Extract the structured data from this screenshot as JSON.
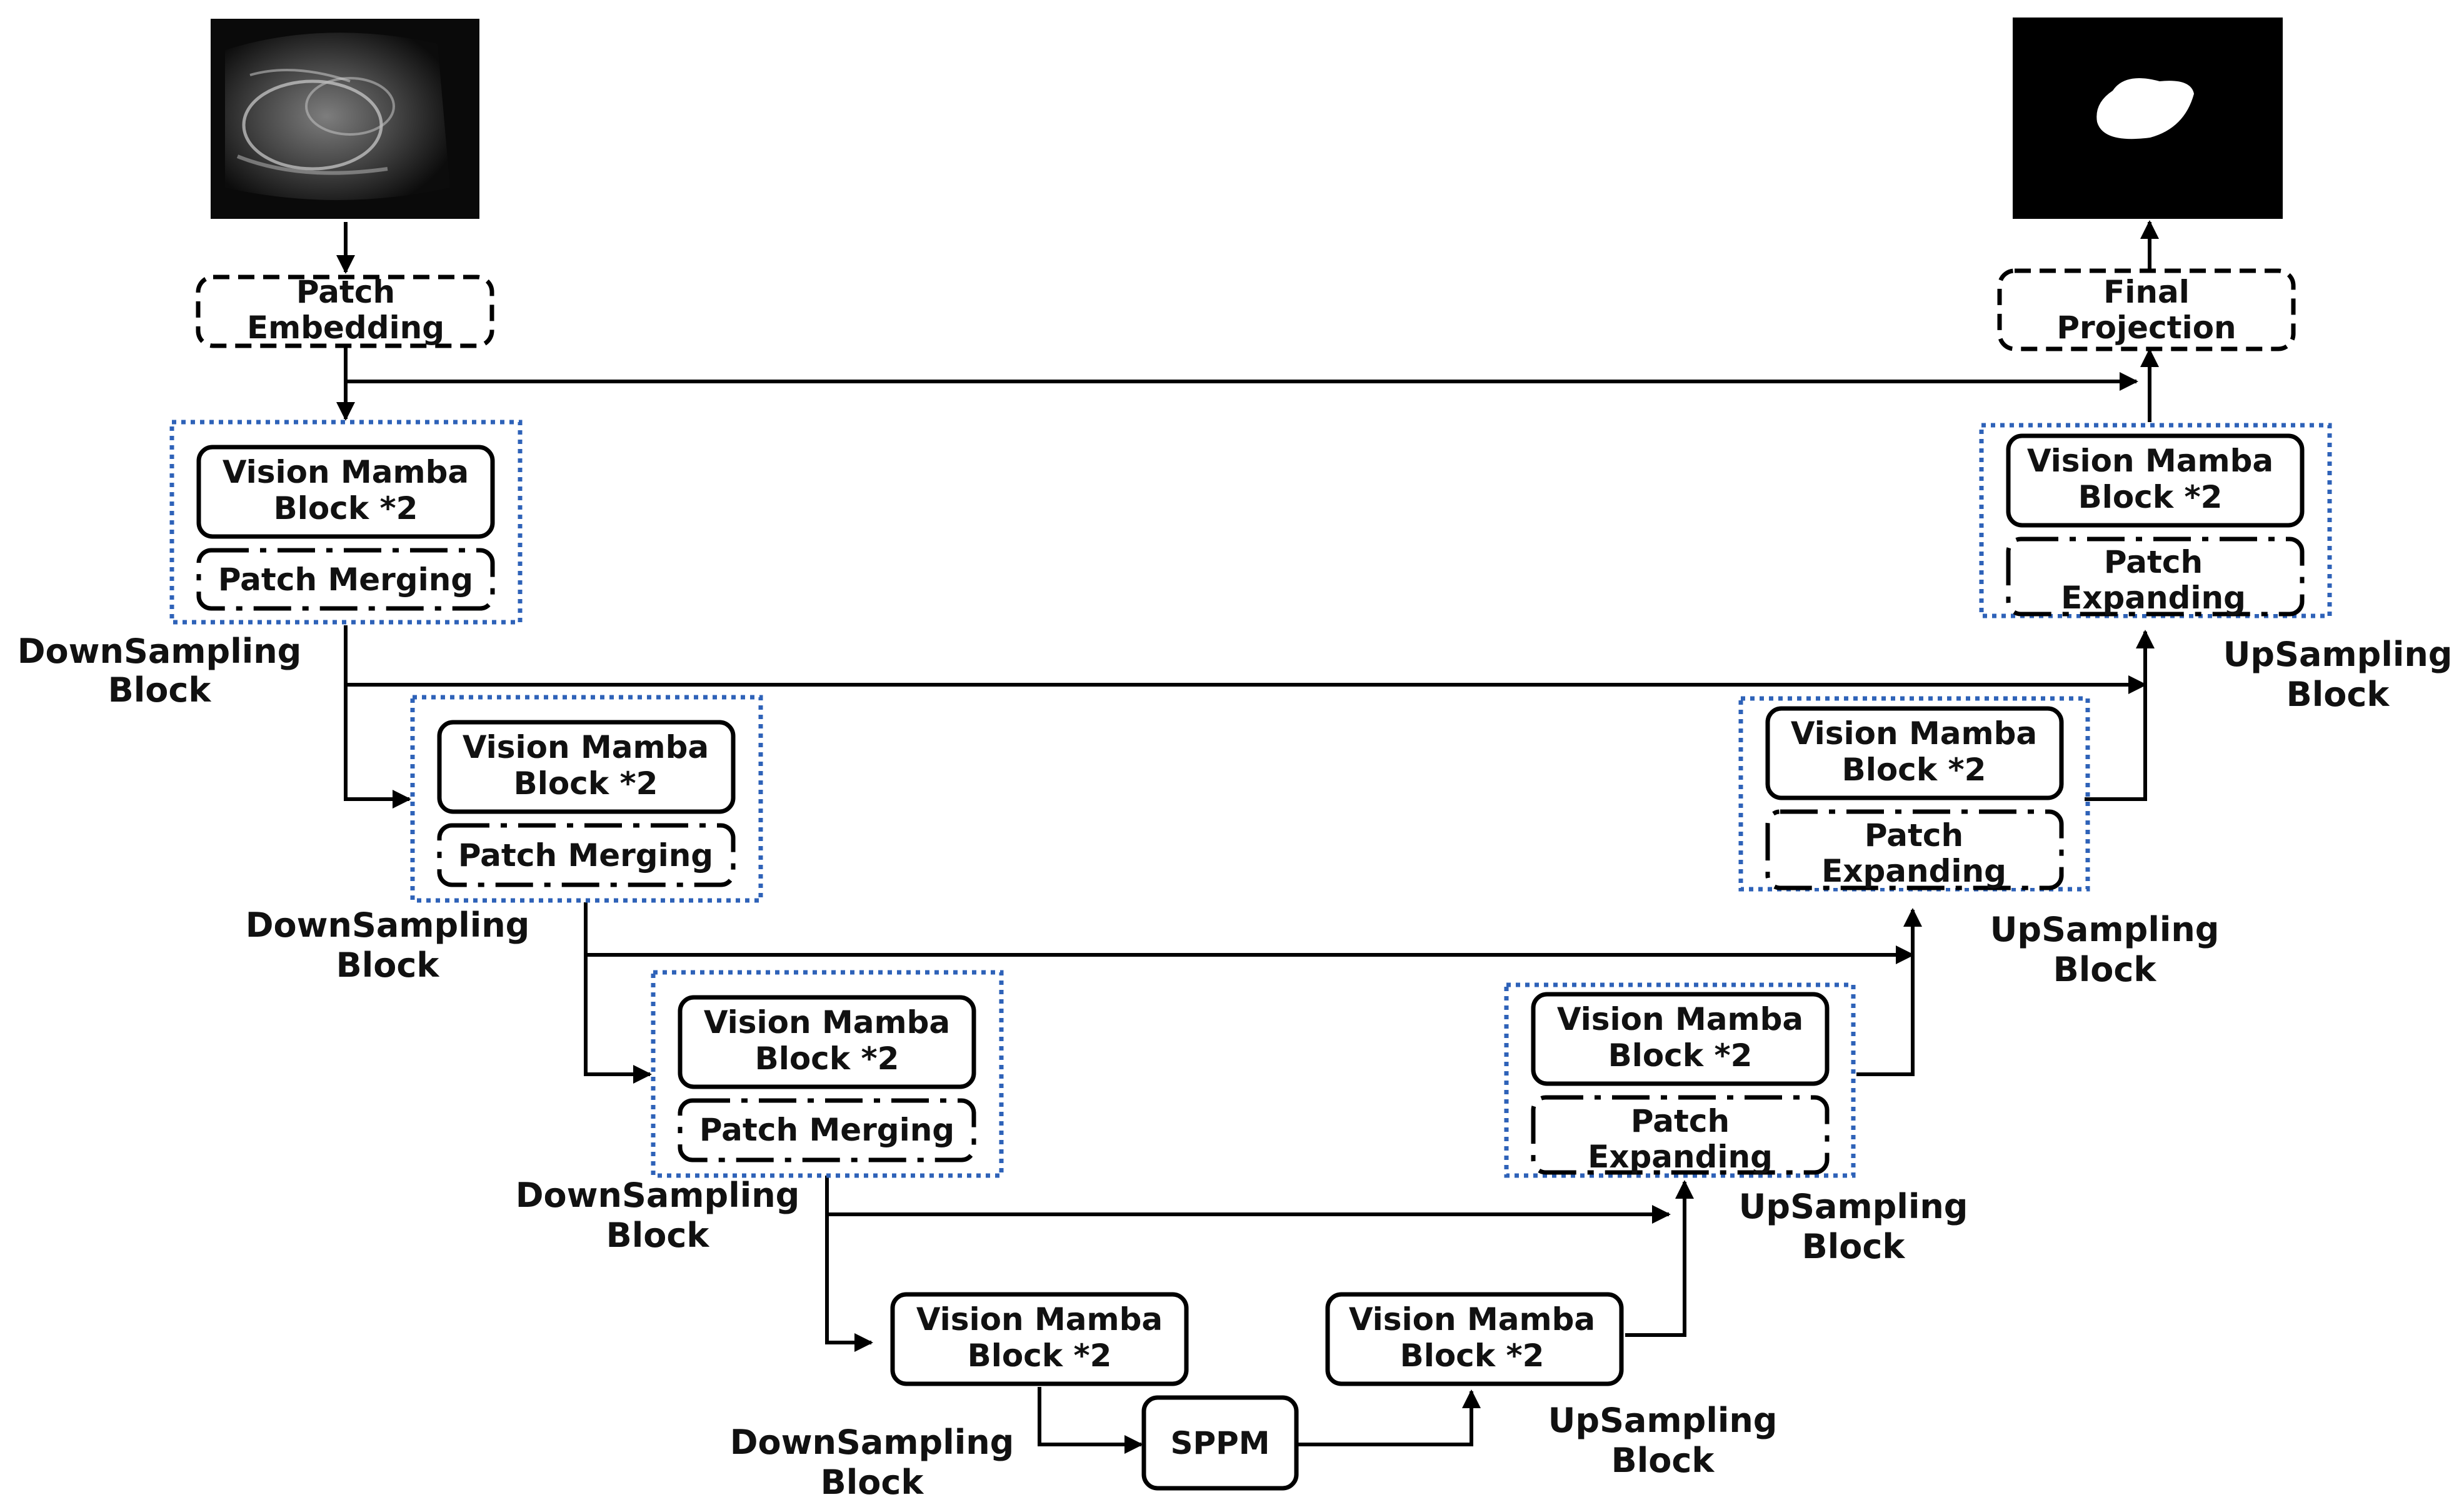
{
  "input_image": {
    "kind": "ultrasound-image"
  },
  "output_image": {
    "kind": "segmentation-mask"
  },
  "patch_embedding": {
    "line1": "Patch",
    "line2": "Embedding"
  },
  "final_projection": {
    "line1": "Final",
    "line2": "Projection"
  },
  "down_blocks": [
    {
      "vm1": "Vision Mamba",
      "vm2": "Block *2",
      "op": "Patch Merging",
      "cap1": "DownSampling",
      "cap2": "Block"
    },
    {
      "vm1": "Vision Mamba",
      "vm2": "Block *2",
      "op": "Patch Merging",
      "cap1": "DownSampling",
      "cap2": "Block"
    },
    {
      "vm1": "Vision Mamba",
      "vm2": "Block *2",
      "op": "Patch Merging",
      "cap1": "DownSampling",
      "cap2": "Block"
    },
    {
      "vm1": "Vision Mamba",
      "vm2": "Block *2",
      "cap1": "DownSampling",
      "cap2": "Block"
    }
  ],
  "up_blocks": [
    {
      "vm1": "Vision Mamba",
      "vm2": "Block *2",
      "op1": "Patch",
      "op2": "Expanding",
      "cap1": "UpSampling",
      "cap2": "Block"
    },
    {
      "vm1": "Vision Mamba",
      "vm2": "Block *2",
      "op1": "Patch",
      "op2": "Expanding",
      "cap1": "UpSampling",
      "cap2": "Block"
    },
    {
      "vm1": "Vision Mamba",
      "vm2": "Block *2",
      "op1": "Patch",
      "op2": "Expanding",
      "cap1": "UpSampling",
      "cap2": "Block"
    },
    {
      "vm1": "Vision Mamba",
      "vm2": "Block *2",
      "cap1": "UpSampling",
      "cap2": "Block"
    }
  ],
  "sppm": {
    "label": "SPPM"
  },
  "colors": {
    "group_border": "#2e62b8",
    "stroke": "#000000",
    "text": "#111111"
  }
}
